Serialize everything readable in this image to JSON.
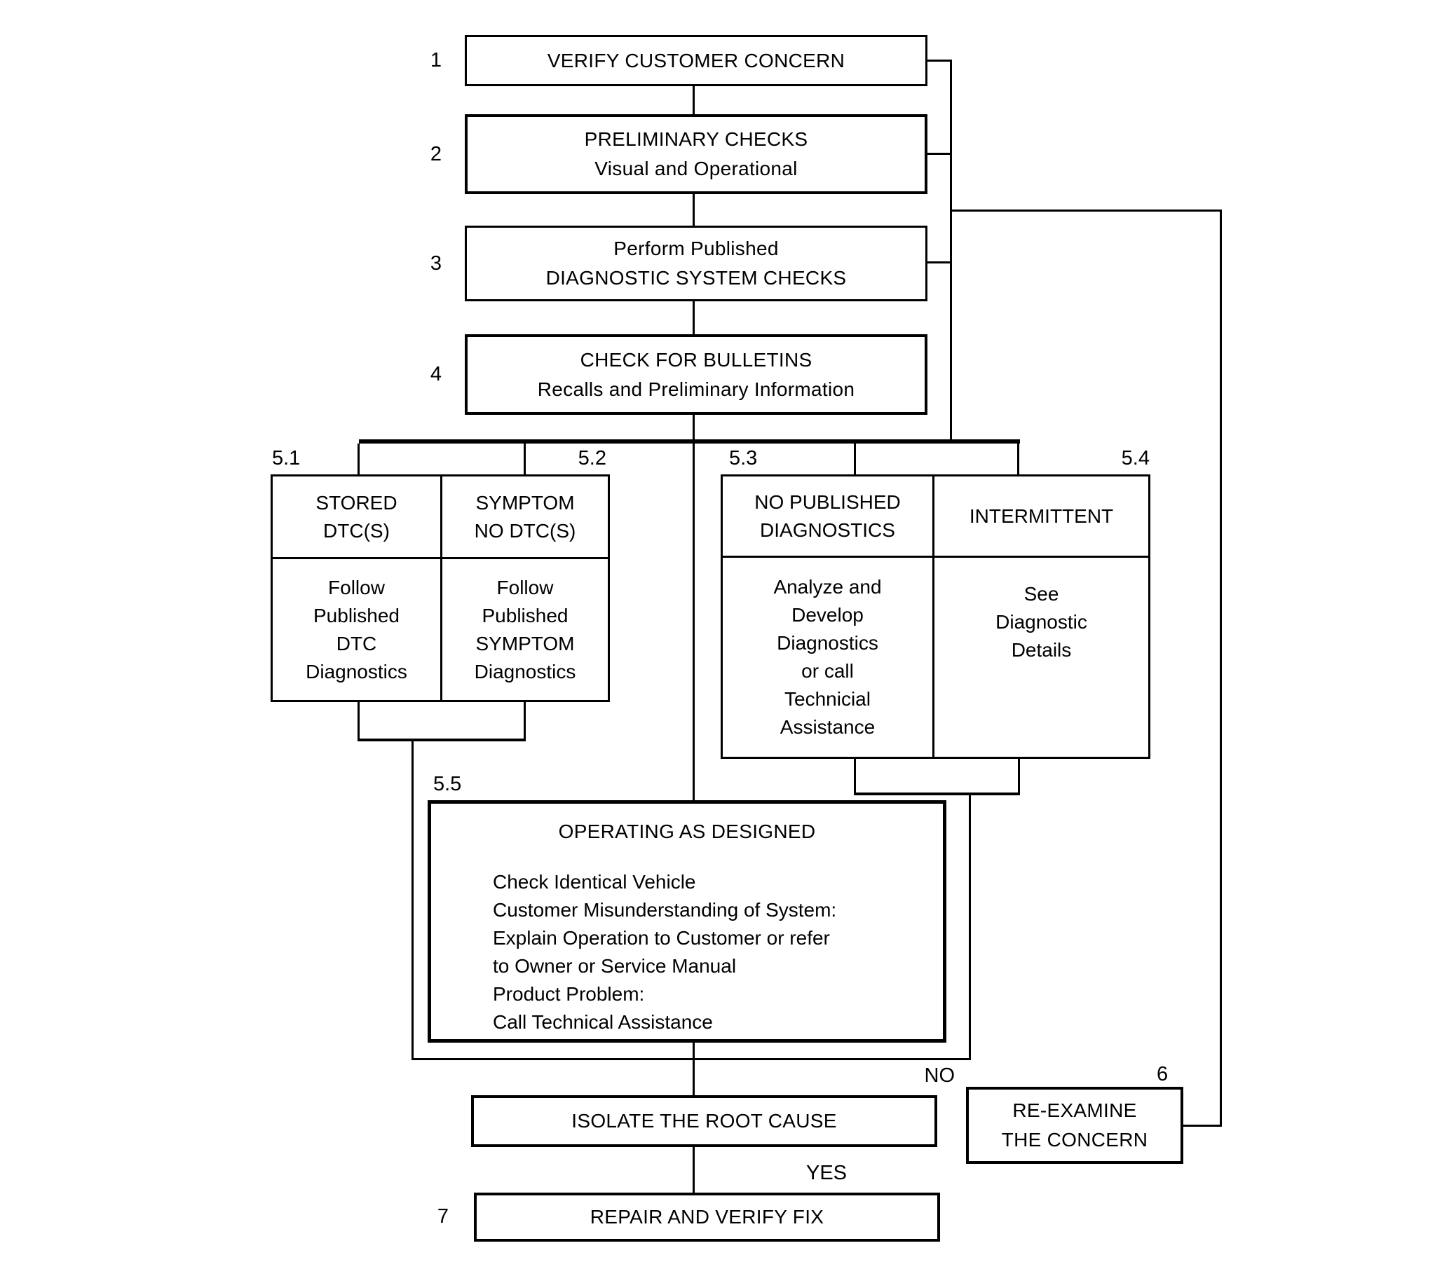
{
  "steps": {
    "s1": {
      "label": "1",
      "text": "VERIFY CUSTOMER CONCERN"
    },
    "s2": {
      "label": "2",
      "text": "PRELIMINARY CHECKS\nVisual and Operational"
    },
    "s3": {
      "label": "3",
      "text": "Perform Published\nDIAGNOSTIC SYSTEM CHECKS"
    },
    "s4": {
      "label": "4",
      "text": "CHECK FOR BULLETINS\nRecalls and Preliminary Information"
    }
  },
  "branch_tables": {
    "left": {
      "columns": [
        {
          "label": "5.1",
          "header": "STORED\nDTC(S)",
          "body": "Follow\nPublished\nDTC\nDiagnostics"
        },
        {
          "label": "5.2",
          "header": "SYMPTOM\nNO DTC(S)",
          "body": "Follow\nPublished\nSYMPTOM\nDiagnostics"
        }
      ]
    },
    "right": {
      "columns": [
        {
          "label": "5.3",
          "header": "NO PUBLISHED\nDIAGNOSTICS",
          "body": "Analyze and\nDevelop\nDiagnostics\nor call\nTechnicial\nAssistance"
        },
        {
          "label": "5.4",
          "header": "INTERMITTENT",
          "body": "See\nDiagnostic\nDetails"
        }
      ]
    }
  },
  "operating_box": {
    "label": "5.5",
    "title": "OPERATING AS DESIGNED",
    "body": "Check Identical Vehicle\nCustomer Misunderstanding of System:\nExplain Operation to Customer or refer\nto Owner or Service Manual\nProduct Problem:\nCall Technical Assistance"
  },
  "isolate_box": {
    "text": "ISOLATE THE ROOT CAUSE"
  },
  "reexamine_box": {
    "label": "6",
    "text": "RE-EXAMINE\nTHE CONCERN",
    "branch_label": "NO"
  },
  "repair_box": {
    "label": "7",
    "text": "REPAIR AND VERIFY FIX",
    "branch_label": "YES"
  },
  "colors": {
    "line": "#000000",
    "background": "#ffffff"
  }
}
